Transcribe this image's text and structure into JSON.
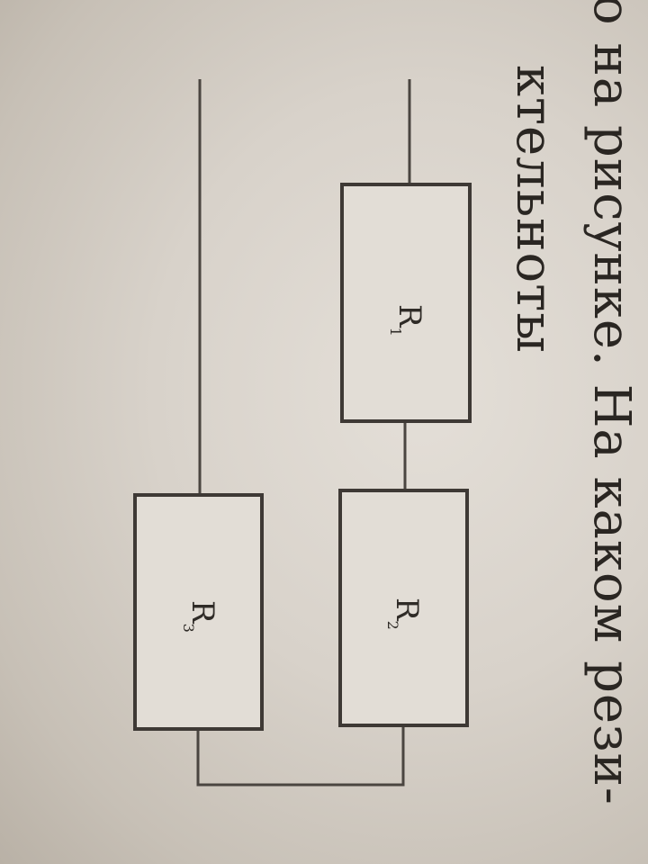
{
  "text": {
    "line1": "о на рисунке. На каком рези-",
    "line2": "ктельноты"
  },
  "resistors": [
    {
      "id": "r1",
      "label": "R",
      "subscript": "1"
    },
    {
      "id": "r2",
      "label": "R",
      "subscript": "2"
    },
    {
      "id": "r3",
      "label": "R",
      "subscript": "3"
    }
  ]
}
